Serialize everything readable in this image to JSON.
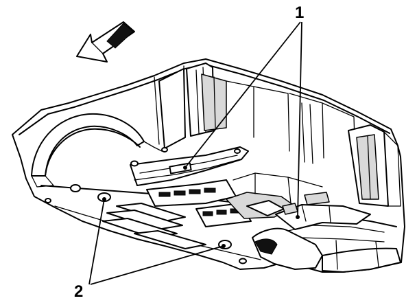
{
  "diagram": {
    "callouts": [
      {
        "id": "1",
        "label": "1"
      },
      {
        "id": "2",
        "label": "2"
      }
    ],
    "colors": {
      "line": "#000000",
      "background": "#ffffff",
      "shade": "#d9d9d9"
    },
    "icons": [
      "forward-direction-arrow-icon"
    ]
  }
}
